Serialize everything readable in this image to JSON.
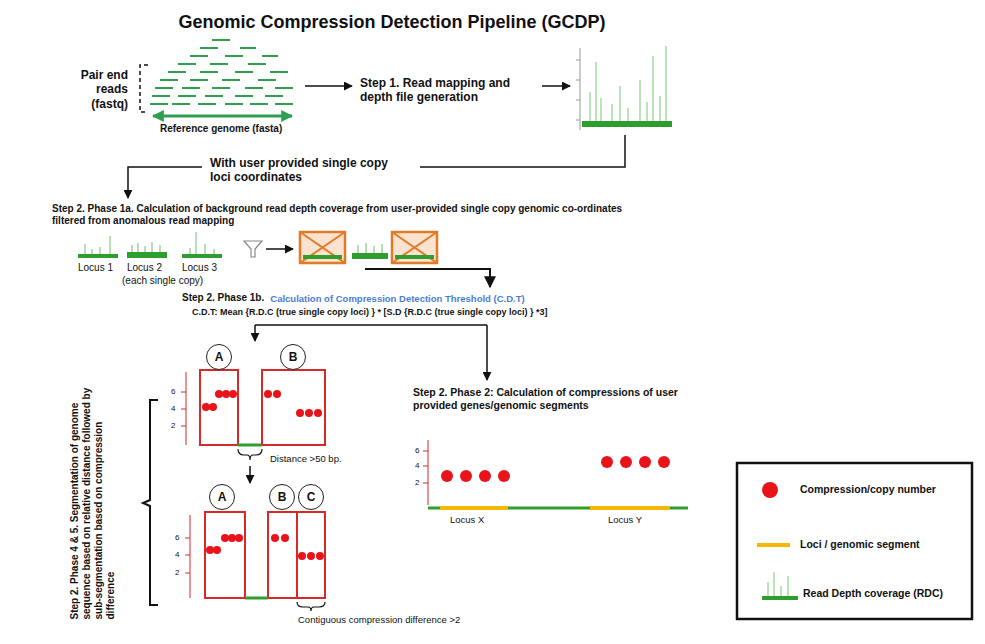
{
  "diagram": {
    "title": "Genomic Compression Detection Pipeline (GCDP)",
    "nodes": [
      {
        "text": [
          "A"
        ]
      },
      {
        "text": [
          "B"
        ]
      },
      {
        "text": [
          "A"
        ]
      },
      {
        "text": [
          "B"
        ]
      },
      {
        "text": [
          "C"
        ]
      }
    ],
    "labels": [
      "Pair end reads (fastq)",
      "Reference genome (fasta)",
      "Step 1. Read mapping and depth file generation",
      "With user provided single copy loci coordinates",
      "Step 2. Phase 1a. Calculation of background read depth coverage from user-provided single copy genomic co-ordinates filtered from anomalous read mapping",
      "Locus 1",
      "Locus 2",
      "Locus 3",
      "(each single copy)",
      "Step 2. Phase 1b.",
      "Calculation of Compression Detection Threshold (C.D.T)",
      "C.D.T: Mean {R.D.C (true single copy loci) } * [S.D {R.D.C (true single copy loci) } *3]",
      "Step 2. Phase 4 & 5. Segmentation of genome sequence based on relative distance followed by sub-segmentation based on compression difference",
      "6",
      "4",
      "2",
      "Distance >50 bp.",
      "6",
      "4",
      "2",
      "Contiguous compression difference >2",
      "Step 2. Phase 2: Calculation of compressions of user provided genes/genomic segments",
      "6",
      "4",
      "2",
      "Locus X",
      "Locus Y"
    ],
    "legend": [
      {
        "text": "Compression/copy number",
        "color": "#e8141a"
      },
      {
        "text": "Loci / genomic segment"
      },
      {
        "text": "Read Depth coverage (RDC)"
      }
    ]
  }
}
